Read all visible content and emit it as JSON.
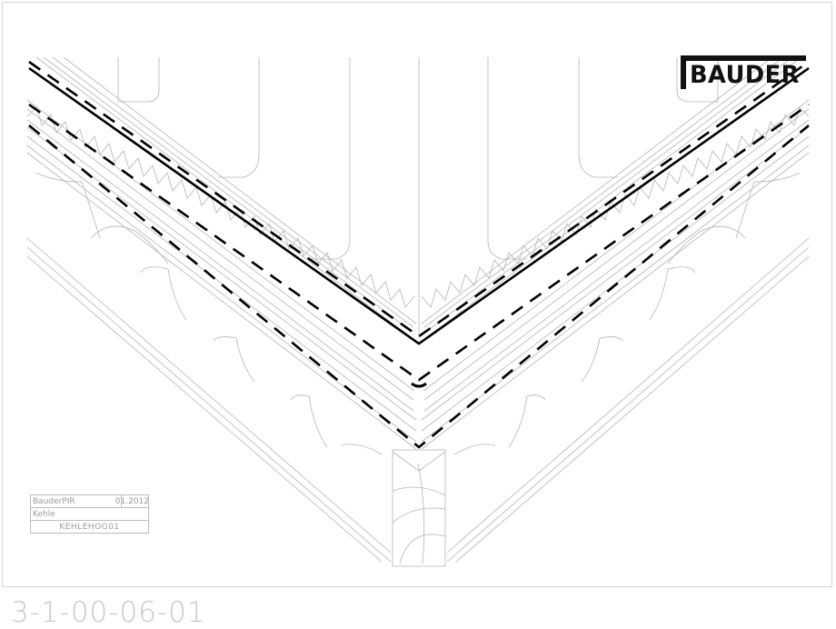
{
  "drawing": {
    "type": "CAD detail drawing",
    "subject": "Roof valley (Kehle) cross-section with PIR insulation",
    "logo": {
      "text": "BAUDER",
      "color": "#111111"
    },
    "title_block": {
      "product": "BauderPIR",
      "date": "01.2012",
      "detail": "Kehle",
      "code": "KEHLEHOG01"
    },
    "document_number": "3-1-00-06-01",
    "colors": {
      "frame": "#d6d6d6",
      "line_work": "#b5b5b5",
      "membrane_dashed": "#000000",
      "background": "#ffffff",
      "document_number": "#c8c8c8"
    }
  }
}
